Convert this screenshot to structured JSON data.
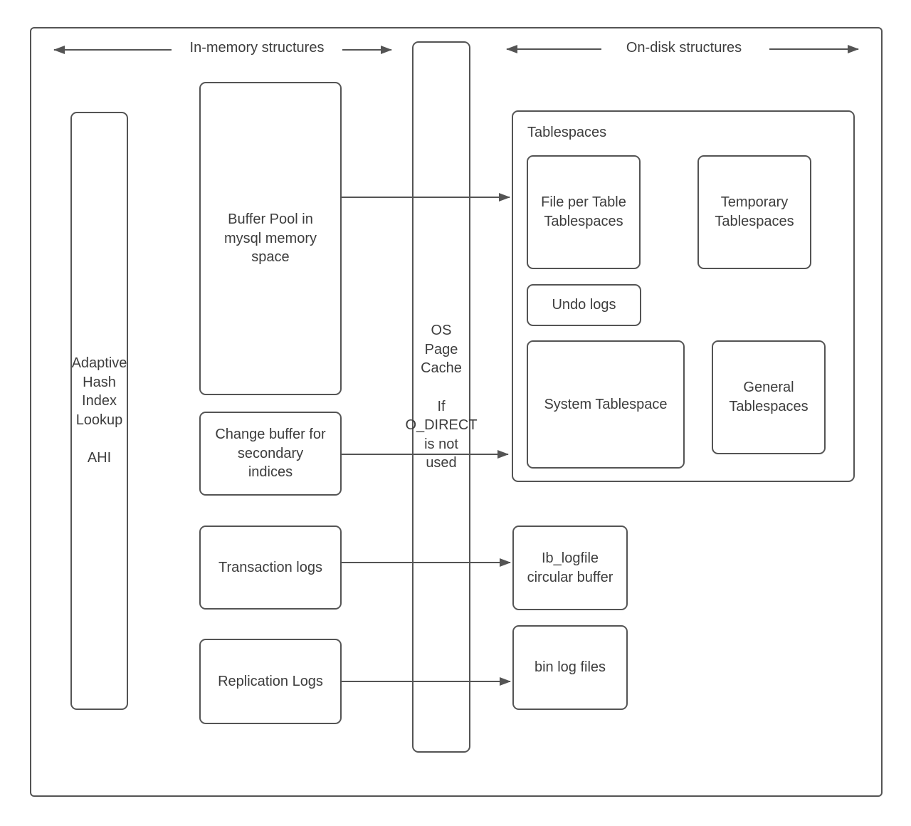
{
  "header": {
    "in_memory_label": "In-memory structures",
    "on_disk_label": "On-disk structures"
  },
  "nodes": {
    "ahi": "Adaptive\nHash\nIndex\nLookup\n\nAHI",
    "buffer_pool": "Buffer Pool in\nmysql memory\nspace",
    "change_buffer": "Change buffer for\nsecondary\nindices",
    "transaction_logs": "Transaction logs",
    "replication_logs": "Replication Logs",
    "os_page_cache": "OS\nPage\nCache\n\nIf\nO_DIRECT\nis not\nused",
    "tablespaces_title": "Tablespaces",
    "file_per_table": "File per Table\nTablespaces",
    "temporary": "Temporary\nTablespaces",
    "undo_logs": "Undo logs",
    "system_tablespace": "System Tablespace",
    "general": "General\nTablespaces",
    "ib_logfile": "Ib_logfile\ncircular buffer",
    "bin_log": "bin log files"
  },
  "colors": {
    "border": "#545454",
    "text": "#3d3d3d",
    "arrow": "#545454",
    "background": "#ffffff"
  }
}
